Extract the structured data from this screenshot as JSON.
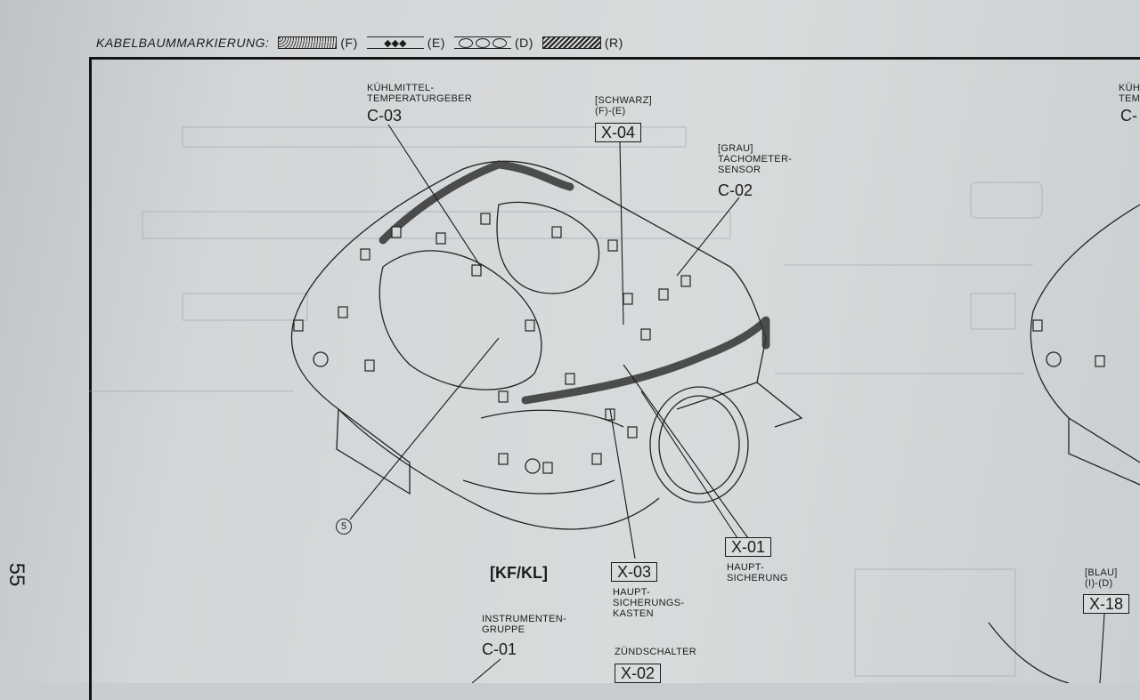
{
  "legend": {
    "title": "KABELBAUMMARKIERUNG:",
    "items": [
      {
        "code": "(F)",
        "style": "dotted"
      },
      {
        "code": "(E)",
        "style": "diamonds"
      },
      {
        "code": "(D)",
        "style": "circles"
      },
      {
        "code": "(R)",
        "style": "hatched"
      }
    ]
  },
  "page_number": "55",
  "model": "[KF/KL]",
  "components": {
    "c03": {
      "label_line1": "KÜHLMITTEL-",
      "label_line2": "TEMPERATURGEBER",
      "code": "C-03"
    },
    "x04": {
      "label_line1": "[SCHWARZ]",
      "label_line2": "(F)-(E)",
      "code": "X-04"
    },
    "c02": {
      "label_line1": "[GRAU]",
      "label_line2": "TACHOMETER-",
      "label_line3": "SENSOR",
      "code": "C-02"
    },
    "x01": {
      "code": "X-01",
      "label_line1": "HAUPT-",
      "label_line2": "SICHERUNG"
    },
    "x03": {
      "code": "X-03",
      "label_line1": "HAUPT-",
      "label_line2": "SICHERUNGS-",
      "label_line3": "KASTEN"
    },
    "c01": {
      "label_line1": "INSTRUMENTEN-",
      "label_line2": "GRUPPE",
      "code": "C-01"
    },
    "x02": {
      "label_line1": "ZÜNDSCHALTER",
      "code": "X-02"
    },
    "x18": {
      "label_line1": "[BLAU]",
      "label_line2": "(I)-(D)",
      "code": "X-18"
    },
    "right_partial": {
      "label_line1": "KÜHL",
      "label_line2": "TEM",
      "code": "C-"
    },
    "ground_point": "5"
  }
}
